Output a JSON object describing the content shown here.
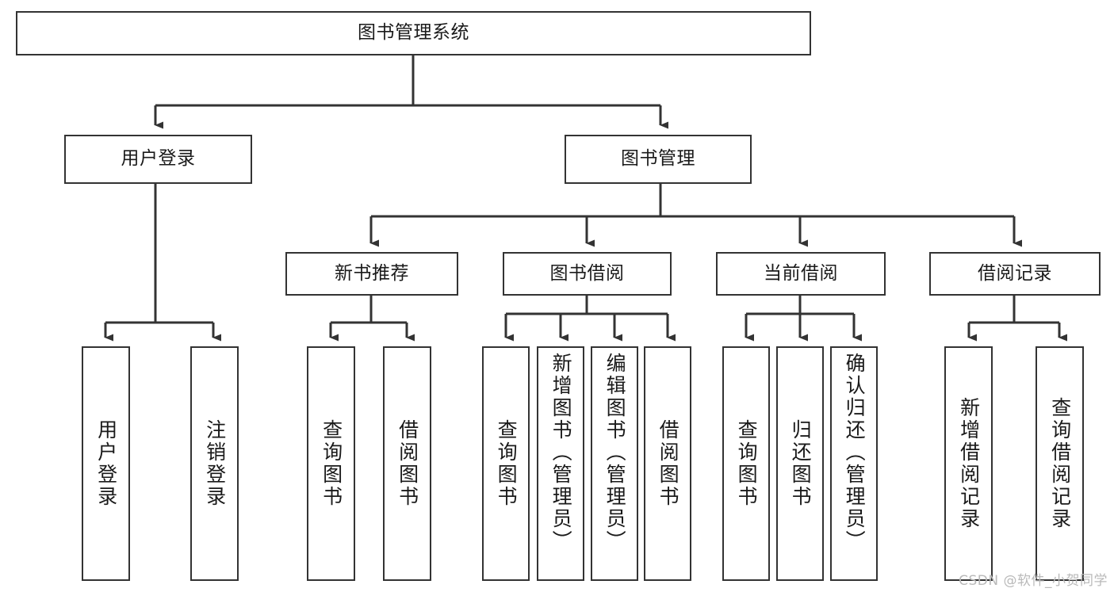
{
  "diagram": {
    "type": "tree-hierarchy",
    "title": "图书管理系统",
    "watermark": "CSDN @软件_小贺同学",
    "colors": {
      "box_border": "#333333",
      "box_fill": "#ffffff",
      "connector": "#333333",
      "text": "#1a1a1a",
      "watermark": "#b9b9b9",
      "background": "#ffffff"
    },
    "levels": {
      "root": {
        "label": "图书管理系统"
      },
      "level2": [
        {
          "label": "用户登录"
        },
        {
          "label": "图书管理"
        }
      ],
      "level3": [
        {
          "label": "新书推荐",
          "parent": "图书管理"
        },
        {
          "label": "图书借阅",
          "parent": "图书管理"
        },
        {
          "label": "当前借阅",
          "parent": "图书管理"
        },
        {
          "label": "借阅记录",
          "parent": "图书管理"
        }
      ],
      "leaves": [
        {
          "label": "用户登录",
          "parent": "用户登录"
        },
        {
          "label": "注销登录",
          "parent": "用户登录"
        },
        {
          "label": "查询图书",
          "parent": "新书推荐"
        },
        {
          "label": "借阅图书",
          "parent": "新书推荐"
        },
        {
          "label": "查询图书",
          "parent": "图书借阅"
        },
        {
          "label": "新增图书（管理员）",
          "parent": "图书借阅"
        },
        {
          "label": "编辑图书（管理员）",
          "parent": "图书借阅"
        },
        {
          "label": "借阅图书",
          "parent": "图书借阅"
        },
        {
          "label": "查询图书",
          "parent": "当前借阅"
        },
        {
          "label": "归还图书",
          "parent": "当前借阅"
        },
        {
          "label": "确认归还（管理员）",
          "parent": "当前借阅"
        },
        {
          "label": "新增借阅记录",
          "parent": "借阅记录"
        },
        {
          "label": "查询借阅记录",
          "parent": "借阅记录"
        }
      ]
    }
  }
}
